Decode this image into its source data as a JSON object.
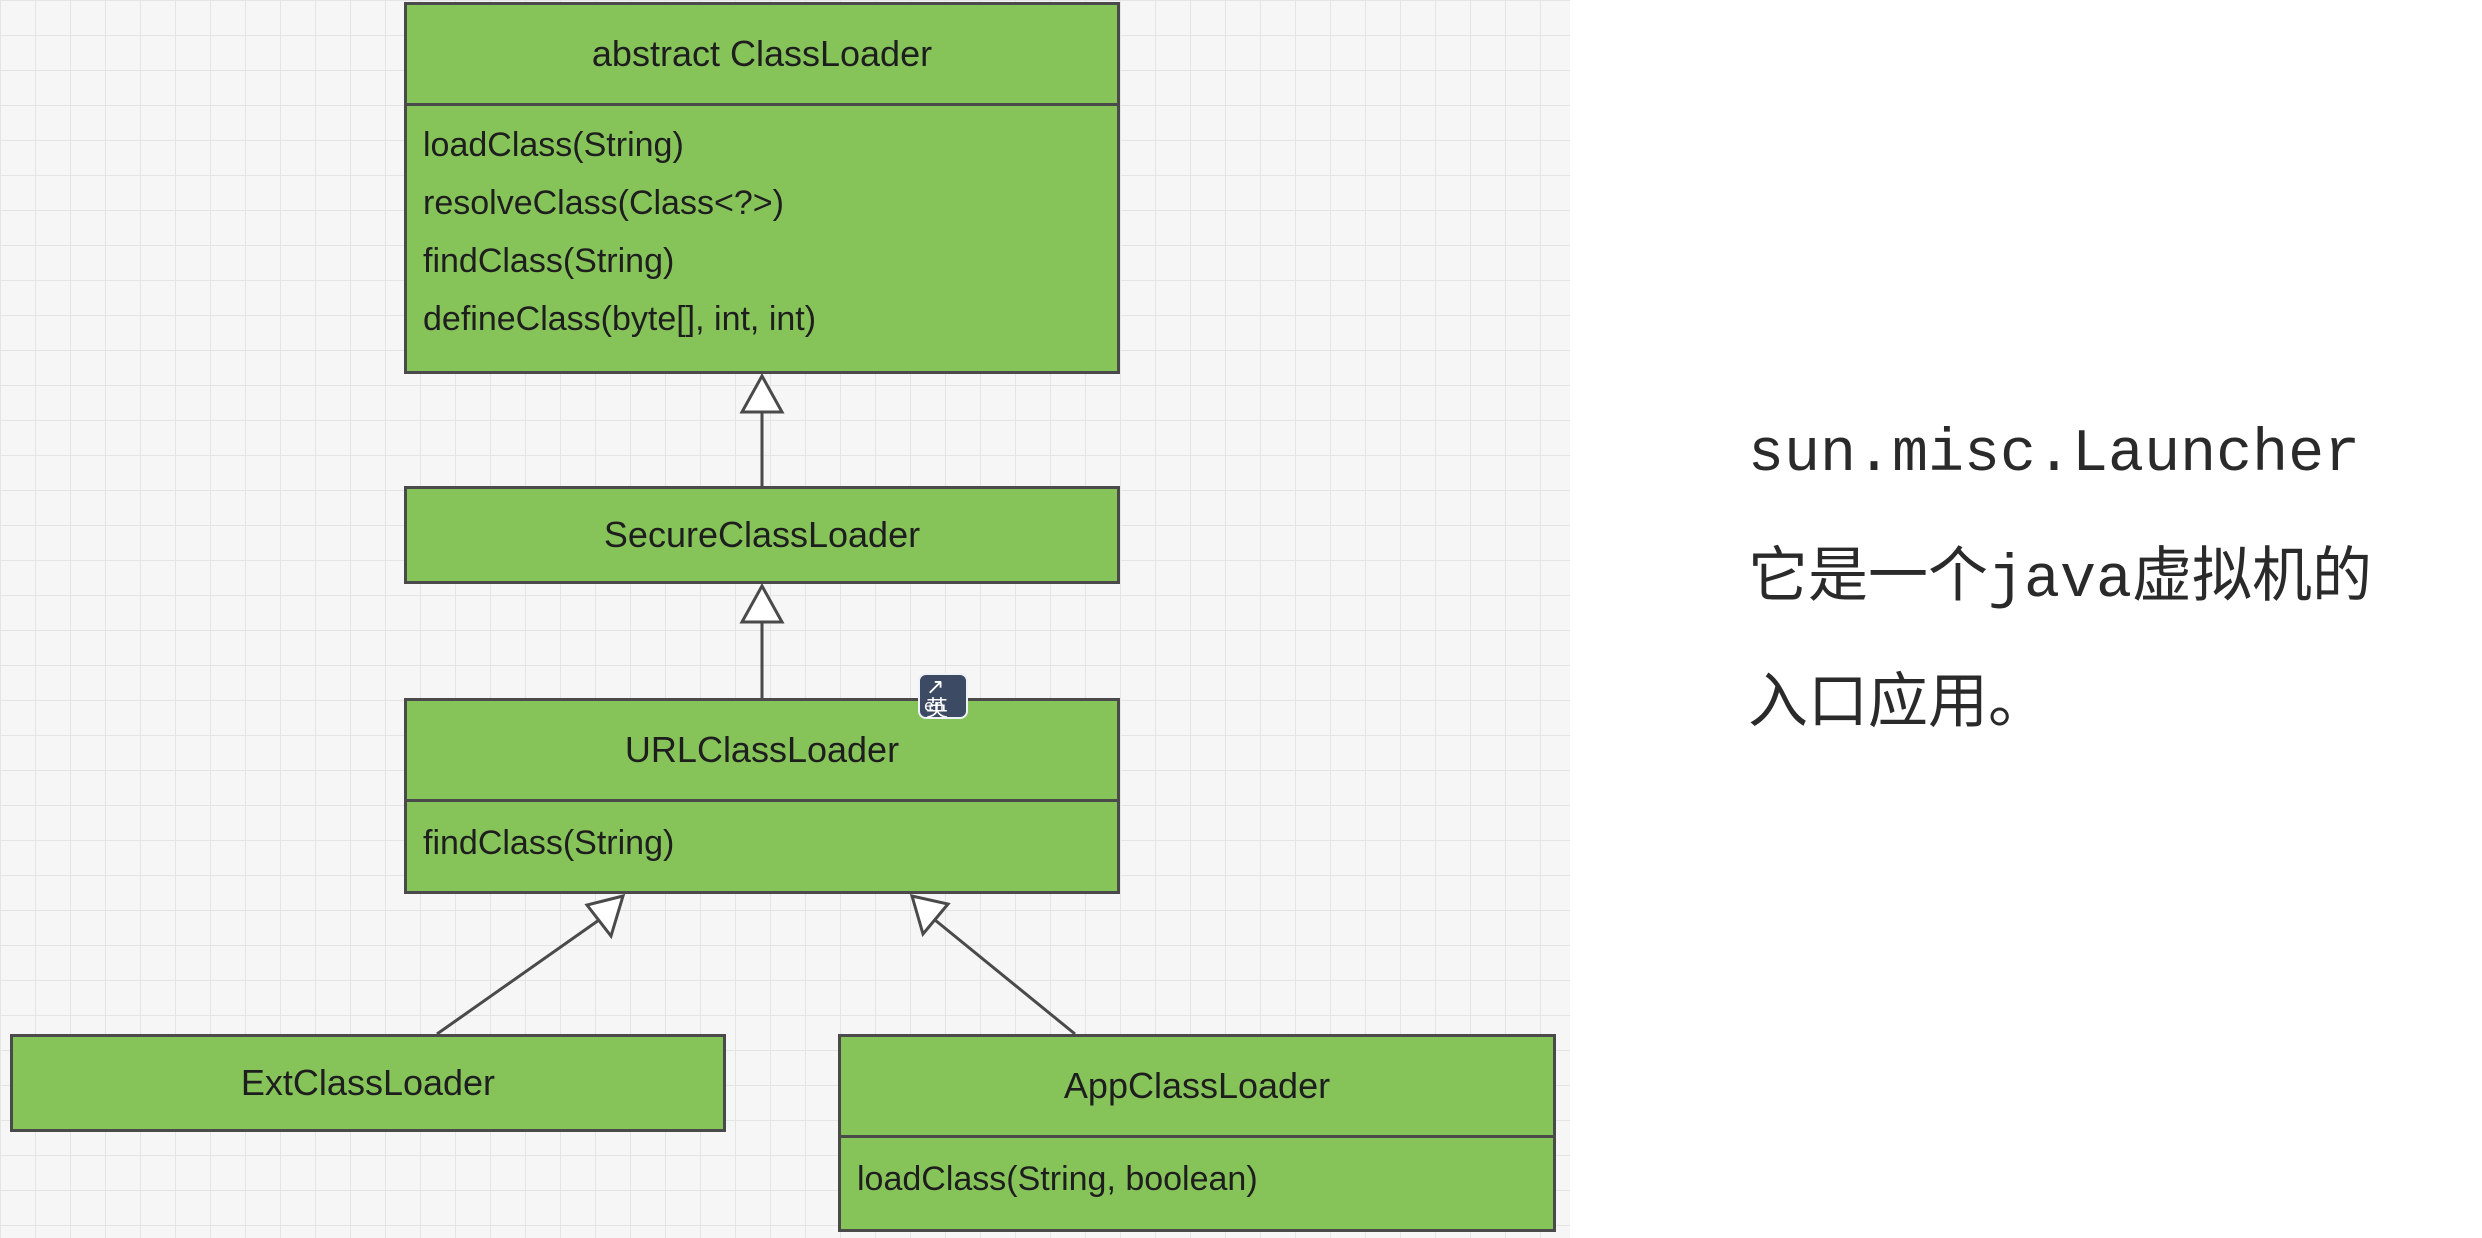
{
  "diagram": {
    "classes": {
      "classloader": {
        "name": "abstract ClassLoader",
        "methods": [
          "loadClass(String)",
          "resolveClass(Class<?>)",
          "findClass(String)",
          "defineClass(byte[], int, int)"
        ]
      },
      "secure": {
        "name": "SecureClassLoader"
      },
      "url": {
        "name": "URLClassLoader",
        "methods": [
          "findClass(String)"
        ]
      },
      "ext": {
        "name": "ExtClassLoader"
      },
      "app": {
        "name": "AppClassLoader",
        "methods": [
          "loadClass(String, boolean)"
        ]
      }
    },
    "relations": [
      {
        "from": "secure",
        "to": "classloader",
        "type": "inheritance"
      },
      {
        "from": "url",
        "to": "secure",
        "type": "inheritance"
      },
      {
        "from": "ext",
        "to": "url",
        "type": "inheritance"
      },
      {
        "from": "app",
        "to": "url",
        "type": "inheritance"
      }
    ]
  },
  "note": {
    "line1": "sun.misc.Launcher",
    "line2": "它是一个java虚拟机的",
    "line3": "入口应用。"
  },
  "badge": {
    "icon": "translate-icon",
    "glyph_top": "↗英",
    "glyph_bottom": "en"
  },
  "colors": {
    "box_fill": "#86c45a",
    "box_border": "#4a4a4a",
    "grid": "#e4e4e4"
  }
}
